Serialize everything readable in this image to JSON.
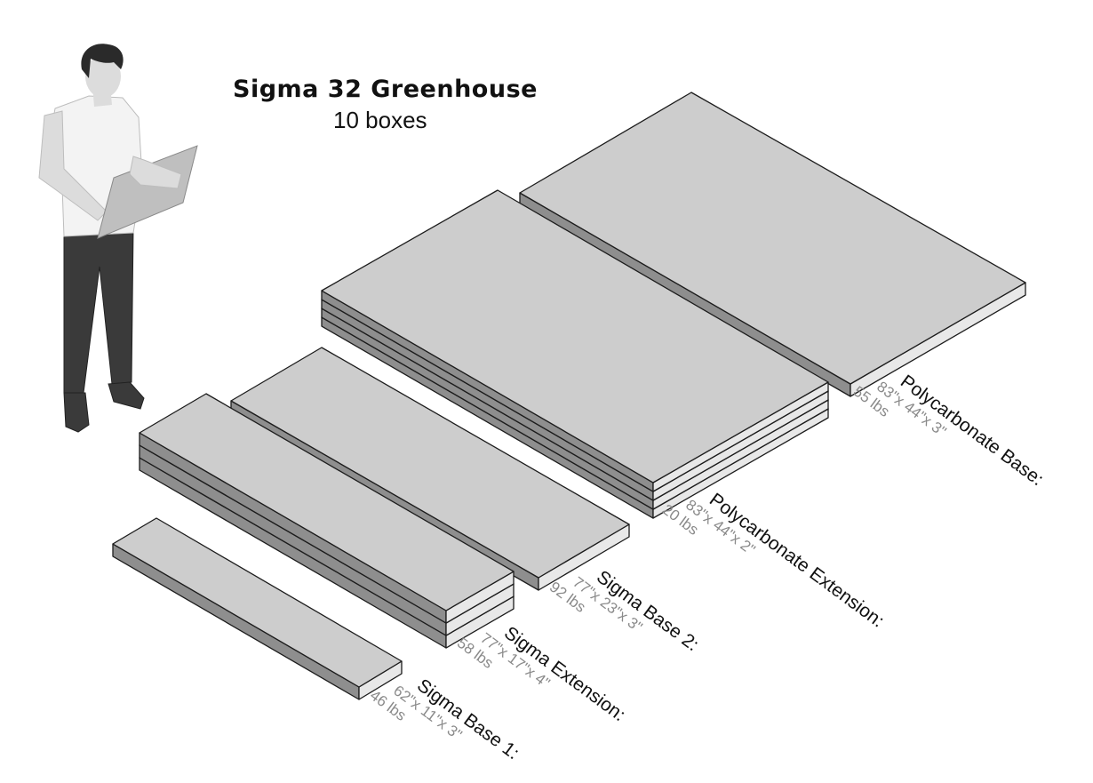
{
  "header": {
    "title": "Sigma 32 Greenhouse",
    "subtitle": "10 boxes"
  },
  "boxes": [
    {
      "id": "polycarbonate-base",
      "name": "Polycarbonate Base:",
      "dims": "83\"x 44\"x 3\"",
      "weight": "55 lbs",
      "count": 1
    },
    {
      "id": "polycarbonate-extension",
      "name": "Polycarbonate Extension:",
      "dims": "83\"x 44\"x 2\"",
      "weight": "20 lbs",
      "count": 4
    },
    {
      "id": "sigma-base-2",
      "name": "Sigma Base 2:",
      "dims": "77\"x 23\"x 3\"",
      "weight": "92 lbs",
      "count": 1
    },
    {
      "id": "sigma-extension",
      "name": "Sigma Extension:",
      "dims": "77\"x 17\"x 4\"",
      "weight": "58 lbs",
      "count": 3
    },
    {
      "id": "sigma-base-1",
      "name": "Sigma Base 1:",
      "dims": "62\"x 11\"x 3\"",
      "weight": "46 lbs",
      "count": 1
    }
  ],
  "colors": {
    "box_top": "#cdcdcd",
    "box_front": "#8e8e8e",
    "box_side": "#e8e8e8",
    "outline": "#1c1c1c",
    "figure_shirt": "#f3f3f3",
    "figure_pants": "#3a3a3a",
    "figure_skin": "#dcdcdc",
    "figure_hair": "#2a2a2a"
  }
}
